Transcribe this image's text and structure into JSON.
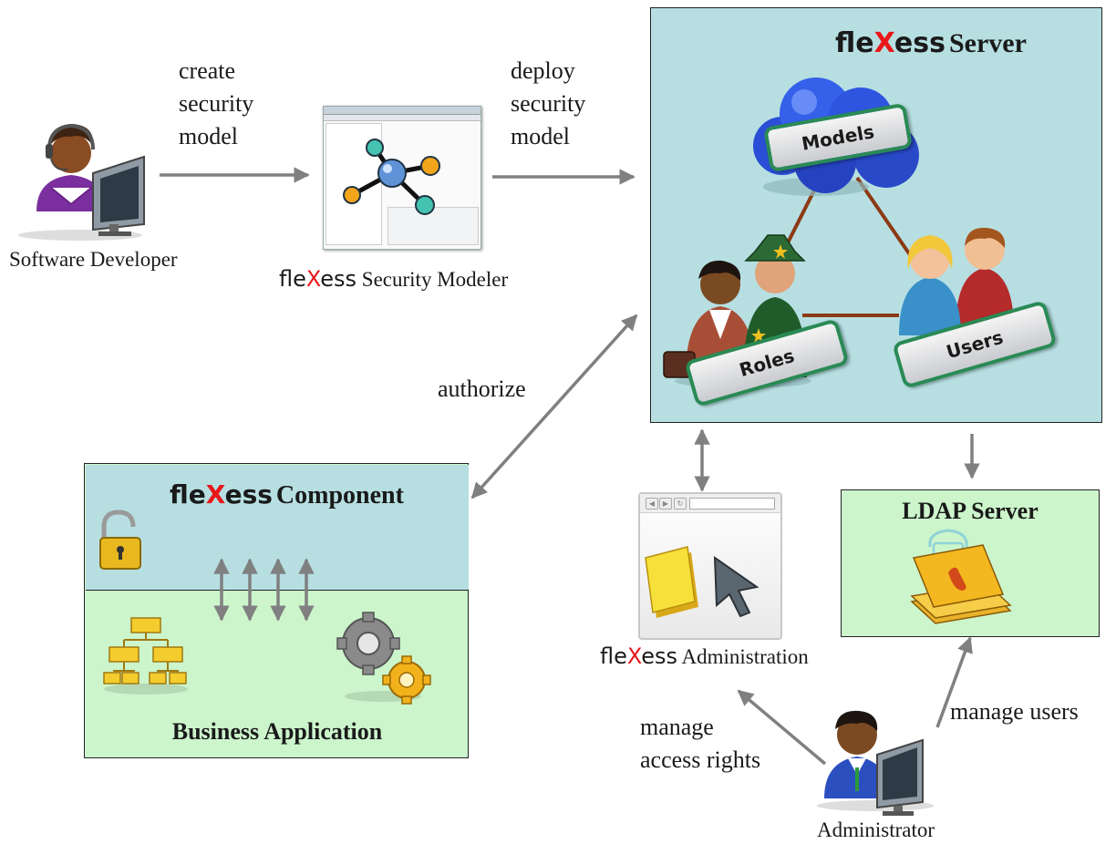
{
  "brand": {
    "part1": "fle",
    "part2": "X",
    "part3": "ess",
    "accent_color": "#e8171a"
  },
  "developer": {
    "label": "Software Developer",
    "icon": "developer-headset-icon"
  },
  "step_create": {
    "line1": "create",
    "line2": "security",
    "line3": "model"
  },
  "step_deploy": {
    "line1": "deploy",
    "line2": "security",
    "line3": "model"
  },
  "modeler": {
    "suffix": "Security Modeler",
    "icon": "modeler-screenshot-icon"
  },
  "server": {
    "suffix": "Server",
    "bg_color": "#b7dfe2",
    "models_label": "Models",
    "roles_label": "Roles",
    "users_label": "Users"
  },
  "authorize_label": "authorize",
  "component": {
    "suffix": "Component",
    "top_color": "#b7dfe2",
    "bottom_color": "#ccf5cc",
    "app_label": "Business Application"
  },
  "administration": {
    "suffix": "Administration"
  },
  "ldap": {
    "title": "LDAP Server",
    "bg_color": "#ccf5cc"
  },
  "admin_actions": {
    "rights_line1": "manage",
    "rights_line2": "access rights",
    "users": "manage users"
  },
  "administrator": {
    "label": "Administrator"
  }
}
